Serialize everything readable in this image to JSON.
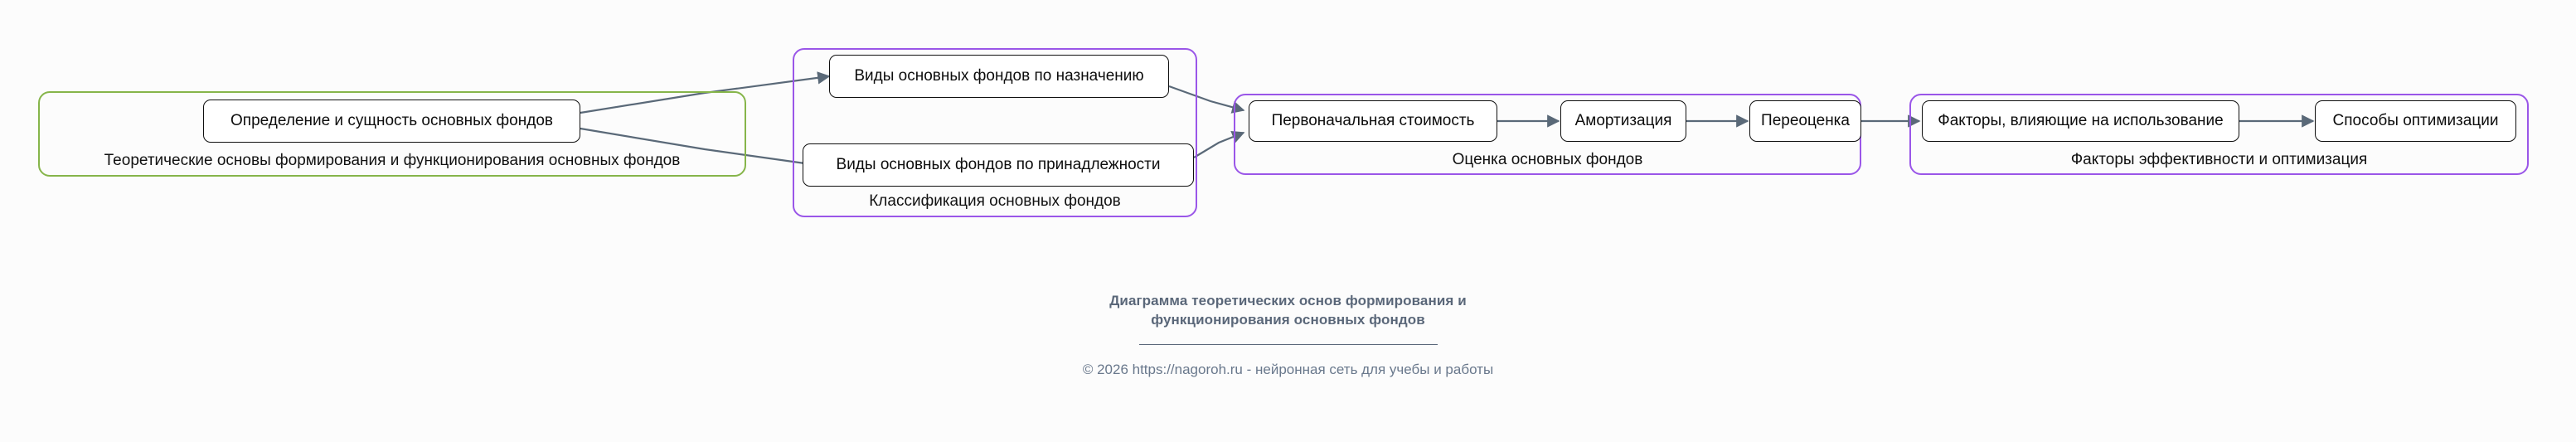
{
  "background": "#fcfcfc",
  "colors": {
    "cluster_green": "#86b54a",
    "cluster_purple": "#9a56e8",
    "node_border": "#0f0f0f",
    "node_fill": "#ffffff",
    "edge": "#5a6978",
    "footer_title": "#5a6779",
    "footer_copy": "#69788c"
  },
  "diagram": {
    "type": "flowchart",
    "direction": "left-to-right",
    "clusters": [
      {
        "id": "c1",
        "label": "Теоретические основы формирования и функционирования основных фондов",
        "color": "#86b54a",
        "nodes": [
          {
            "id": "n1",
            "label": "Определение и сущность основных фондов"
          }
        ]
      },
      {
        "id": "c2",
        "label": "Классификация основных фондов",
        "color": "#9a56e8",
        "nodes": [
          {
            "id": "n2",
            "label": "Виды основных фондов по назначению"
          },
          {
            "id": "n3",
            "label": "Виды основных фондов по принадлежности"
          }
        ]
      },
      {
        "id": "c3",
        "label": "Оценка основных фондов",
        "color": "#9a56e8",
        "nodes": [
          {
            "id": "n4",
            "label": "Первоначальная стоимость"
          },
          {
            "id": "n5",
            "label": "Амортизация"
          },
          {
            "id": "n6",
            "label": "Переоценка"
          }
        ]
      },
      {
        "id": "c4",
        "label": "Факторы эффективности и оптимизация",
        "color": "#9a56e8",
        "nodes": [
          {
            "id": "n7",
            "label": "Факторы, влияющие на использование"
          },
          {
            "id": "n8",
            "label": "Способы оптимизации"
          }
        ]
      }
    ],
    "edges": [
      {
        "from": "n1",
        "to": "n2"
      },
      {
        "from": "n1",
        "to": "n3"
      },
      {
        "from": "n2",
        "to": "n4"
      },
      {
        "from": "n3",
        "to": "n4"
      },
      {
        "from": "n4",
        "to": "n5"
      },
      {
        "from": "n5",
        "to": "n6"
      },
      {
        "from": "n6",
        "to": "n7"
      },
      {
        "from": "n7",
        "to": "n8"
      }
    ]
  },
  "footer": {
    "title_line1": "Диаграмма теоретических основ формирования и",
    "title_line2": "функционирования основных фондов",
    "copyright": "© 2026 https://nagoroh.ru - нейронная сеть для учебы и работы"
  }
}
